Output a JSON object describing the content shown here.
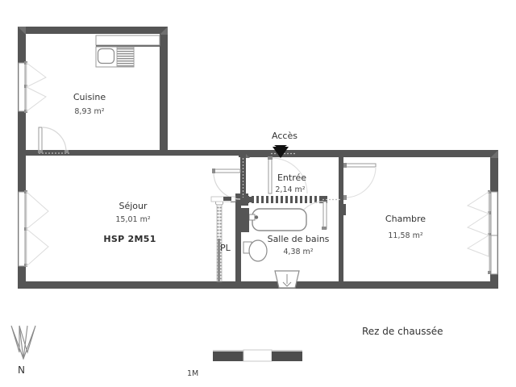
{
  "document": {
    "type": "architectural-floor-plan",
    "floor_label": "Rez de chaussée"
  },
  "rooms": [
    {
      "id": "cuisine",
      "name": "Cuisine",
      "area": "8,93 m²"
    },
    {
      "id": "sejour",
      "name": "Séjour",
      "area": "15,01 m²",
      "note": "HSP 2M51"
    },
    {
      "id": "entree",
      "name": "Entrée",
      "area": "2,14 m²"
    },
    {
      "id": "salle_de_bains",
      "name": "Salle de bains",
      "area": "4,38 m²"
    },
    {
      "id": "chambre",
      "name": "Chambre",
      "area": "11,58 m²"
    }
  ],
  "annotations": {
    "acces": "Accès",
    "placard": "PL"
  },
  "legend": {
    "north_letter": "N",
    "scale_label": "1M",
    "floor": "Rez de chaussée"
  },
  "colors": {
    "wall": "#555555",
    "wall_light": "#6e6e6e",
    "thin_line": "#9a9a9a",
    "door_arc": "#cfcfcf",
    "fixture_stroke": "#8c8c8c",
    "text": "#333333",
    "scale_dark": "#4d4d4d",
    "background": "#ffffff"
  },
  "fixtures": [
    {
      "id": "kitchen-sink",
      "name": "sink"
    },
    {
      "id": "kitchen-hob",
      "name": "cooktop"
    },
    {
      "id": "kitchen-counter",
      "name": "counter"
    },
    {
      "id": "bathtub",
      "name": "bathtub"
    },
    {
      "id": "wc",
      "name": "toilet"
    },
    {
      "id": "washbasin",
      "name": "washbasin"
    }
  ]
}
